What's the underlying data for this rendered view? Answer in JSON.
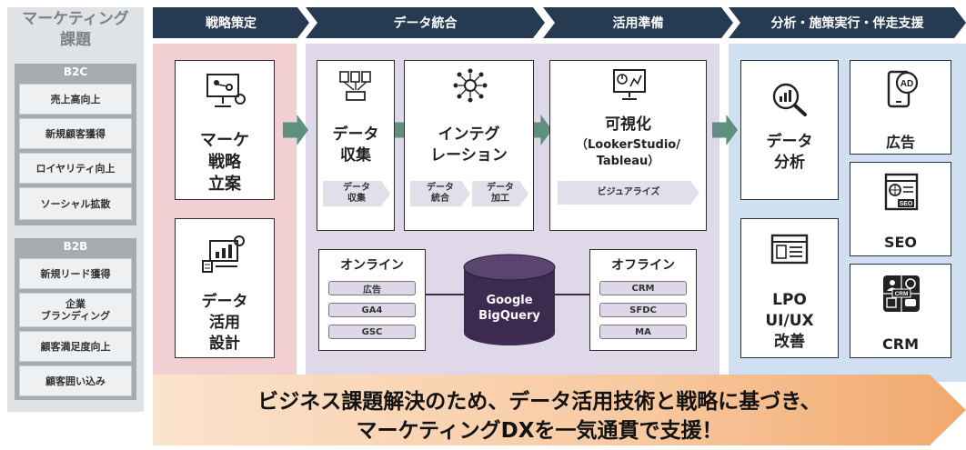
{
  "left_panel": {
    "title_lines": [
      "マーケティング",
      "課題"
    ],
    "groups": [
      {
        "name": "B2C",
        "items": [
          "売上高向上",
          "新規顧客獲得",
          "ロイヤリティ向上",
          "ソーシャル拡散"
        ]
      },
      {
        "name": "B2B",
        "items": [
          "新規リード獲得",
          "企業\nブランディング",
          "顧客満足度向上",
          "顧客囲い込み"
        ]
      }
    ]
  },
  "headers": [
    "戦略策定",
    "データ統合",
    "活用準備",
    "分析・施策実行・伴走支援"
  ],
  "strategy": {
    "plan_lines": [
      "マーケ",
      "戦略",
      "立案"
    ],
    "design_lines": [
      "データ",
      "活用",
      "設計"
    ]
  },
  "data_integration": {
    "collect": {
      "title_lines": [
        "データ",
        "収集"
      ],
      "step": "データ\n収集"
    },
    "integrate": {
      "title_lines": [
        "インテグ",
        "レーション"
      ],
      "steps": [
        "データ\n統合",
        "データ\n加工"
      ]
    },
    "visualize": {
      "title": "可視化",
      "subtitle_lines": [
        "（LookerStudio/",
        "Tableau）"
      ],
      "step": "ビジュアライズ"
    },
    "online": {
      "title": "オンライン",
      "items": [
        "広告",
        "GA4",
        "GSC"
      ]
    },
    "offline": {
      "title": "オフライン",
      "items": [
        "CRM",
        "SFDC",
        "MA"
      ]
    },
    "warehouse": [
      "Google",
      "BigQuery"
    ]
  },
  "analysis": {
    "data_analysis_lines": [
      "データ",
      "分析"
    ],
    "lpo_lines": [
      "LPO",
      "UI/UX",
      "改善"
    ],
    "ads": "広告",
    "seo": "SEO",
    "crm": "CRM",
    "icon_labels": {
      "ad": "AD",
      "seo": "SEO",
      "crm": "CRM"
    }
  },
  "banner_lines": [
    "ビジネス課題解決のため、データ活用技術と戦略に基づき、",
    "マーケティングDXを一気通貫で支援！"
  ],
  "colors": {
    "header": "#263b52",
    "strategy_bg": "#f1cfd3",
    "data_bg": "#ded8e8",
    "analysis_bg": "#cfe1f1",
    "arrow": "#5f8f7e",
    "cylinder": "#3d2b4f"
  },
  "icons": [
    "strategy-board-icon",
    "data-setting-icon",
    "data-collection-icon",
    "integration-network-icon",
    "dashboard-monitor-icon",
    "magnifier-chart-icon",
    "phone-ad-icon",
    "web-layout-icon",
    "seo-browser-icon",
    "crm-people-icon"
  ]
}
